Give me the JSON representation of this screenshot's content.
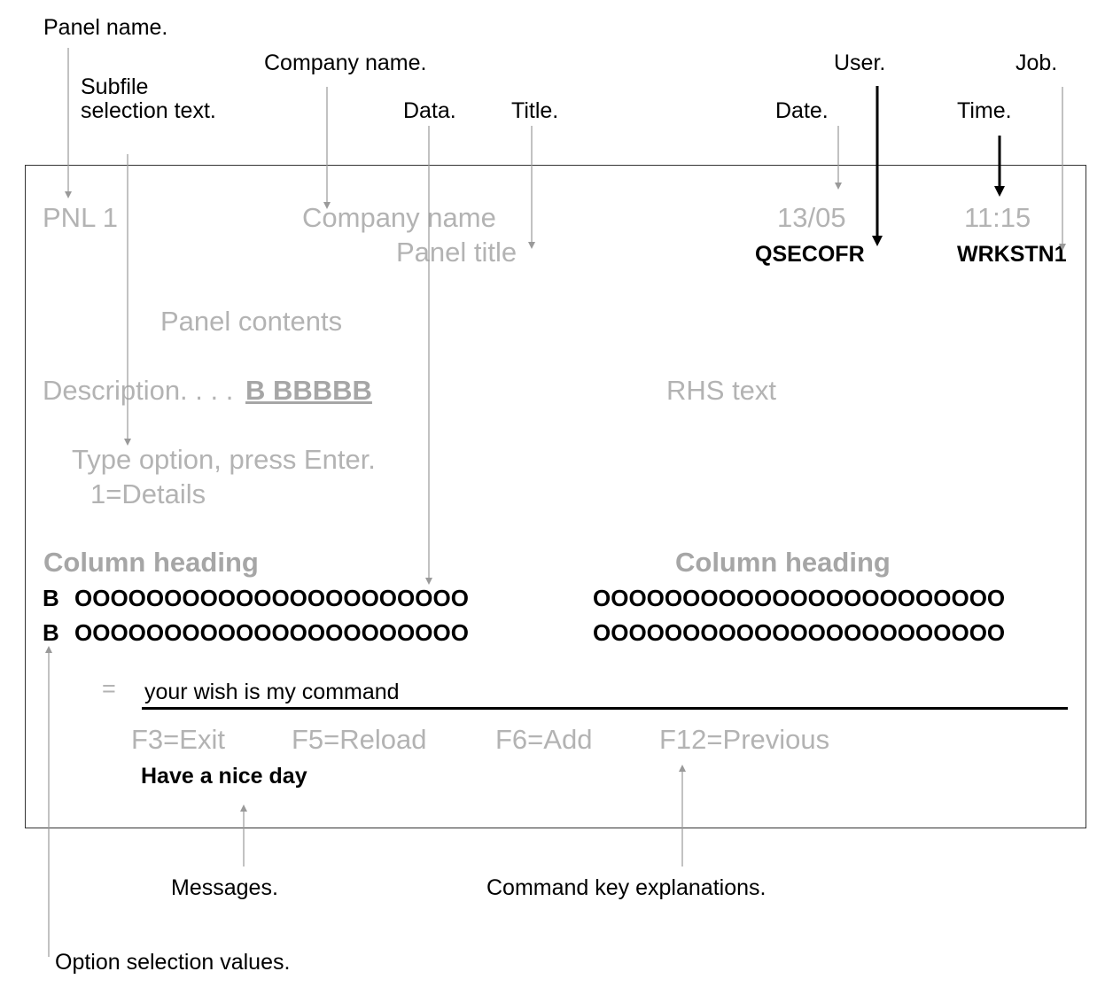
{
  "annotations": {
    "panel_name": "Panel name.",
    "subfile_selection_line1": "Subfile",
    "subfile_selection_line2": "selection text.",
    "company_name": "Company  name.",
    "data": "Data.",
    "title": "Title.",
    "user": "User.",
    "job": "Job.",
    "date": "Date.",
    "time": "Time.",
    "messages": "Messages.",
    "command_keys": "Command key explanations.",
    "option_selection": "Option selection values."
  },
  "screen": {
    "panel_id": "PNL 1",
    "company_name": "Company name",
    "date": "13/05",
    "time": "11:15",
    "panel_title": "Panel title",
    "user": "QSECOFR",
    "job": "WRKSTN1",
    "panel_contents": "Panel contents",
    "description_label": "Description. . . .",
    "description_value": " B BBBBB",
    "rhs_text": "RHS text",
    "type_option": "Type option, press Enter.",
    "option_1": "1=Details",
    "column_heading_left": "Column heading",
    "column_heading_right": "Column heading",
    "rows": [
      {
        "option": "B",
        "left": "OOOOOOOOOOOOOOOOOOOOOO",
        "right": "OOOOOOOOOOOOOOOOOOOOOOO"
      },
      {
        "option": "B",
        "left": "OOOOOOOOOOOOOOOOOOOOOO",
        "right": "OOOOOOOOOOOOOOOOOOOOOOO"
      }
    ],
    "command_prompt": "=",
    "command_text": "your wish is my command",
    "function_keys": [
      "F3=Exit",
      "F5=Reload",
      "F6=Add",
      "F12=Previous"
    ],
    "message": "Have a nice day"
  }
}
